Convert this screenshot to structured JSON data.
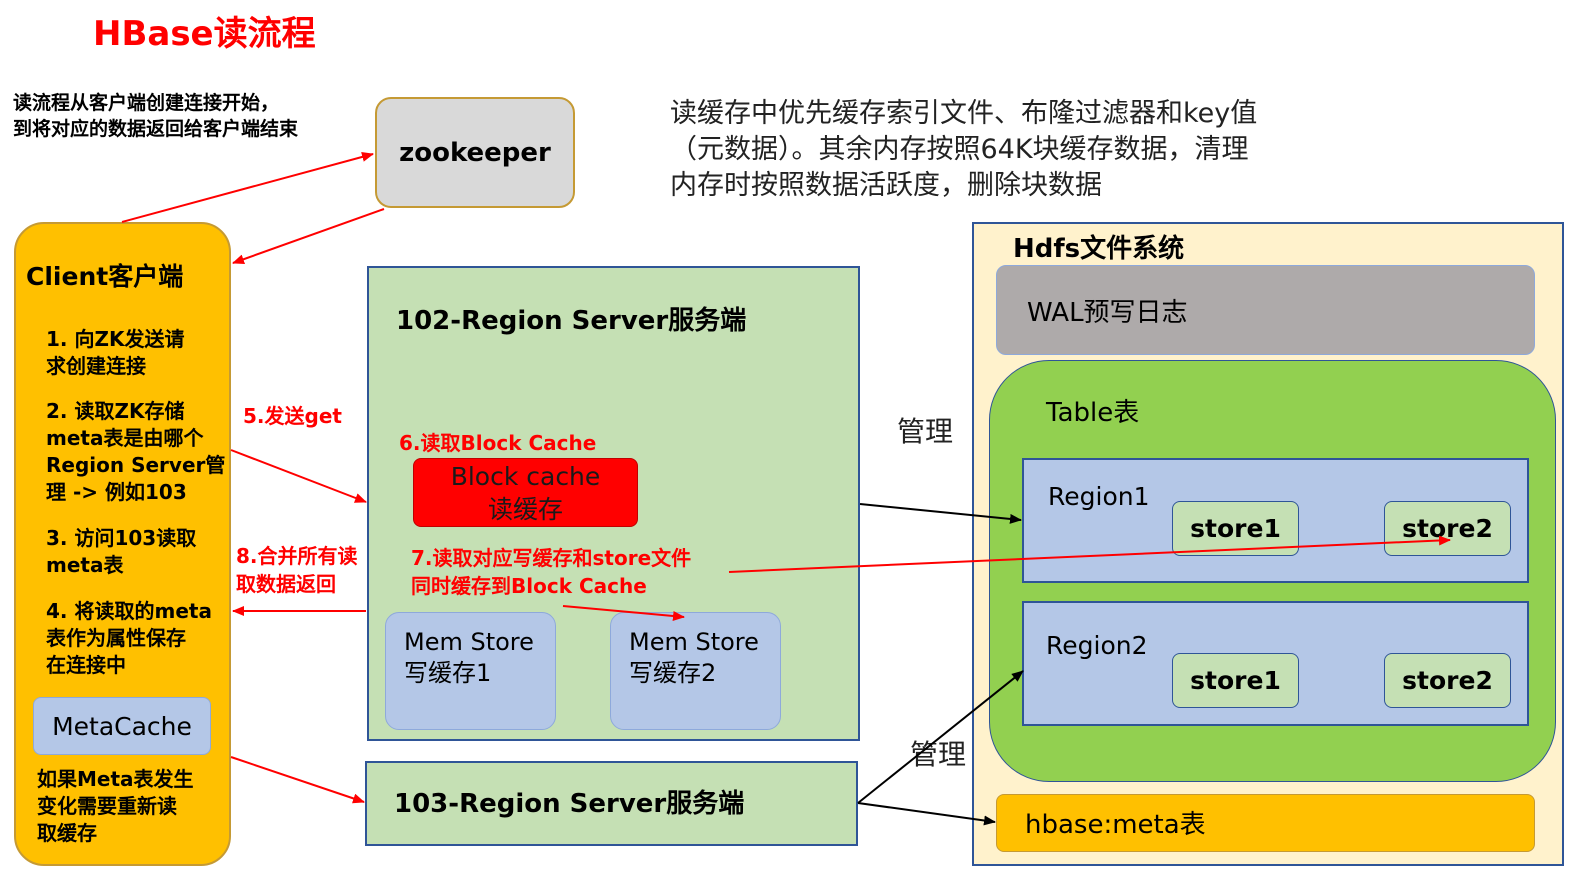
{
  "title": "HBase读流程",
  "intro": "读流程从客户端创建连接开始，\n到将对应的数据返回给客户端结束",
  "zookeeper": "zookeeper",
  "cache_note": "读缓存中优先缓存索引文件、布隆过滤器和key值\n（元数据）。其余内存按照64K块缓存数据，清理\n内存时按照数据活跃度，删除块数据",
  "client": {
    "title": "Client客户端",
    "steps": [
      "1. 向ZK发送请\n求创建连接",
      "2. 读取ZK存储\nmeta表是由哪个\nRegion Server管\n理 -> 例如103",
      "3. 访问103读取\nmeta表",
      "4. 将读取的meta\n表作为属性保存\n在连接中"
    ],
    "metacache": "MetaCache",
    "footer": "如果Meta表发生\n变化需要重新读\n取缓存"
  },
  "labels": {
    "send_get": "5.发送get",
    "read_block_cache": "6.读取Block Cache",
    "read_store": "7.读取对应写缓存和store文件\n同时缓存到Block Cache",
    "merge_return": "8.合并所有读\n取数据返回",
    "manage_1": "管理",
    "manage_2": "管理"
  },
  "rs102": {
    "title": "102-Region Server服务端",
    "block_cache_line1": "Block cache",
    "block_cache_line2": "读缓存",
    "memstore1": "Mem Store\n写缓存1",
    "memstore2": "Mem Store\n写缓存2"
  },
  "rs103": {
    "title": "103-Region Server服务端"
  },
  "hdfs": {
    "title": "Hdfs文件系统",
    "wal": "WAL预写日志",
    "table": "Table表",
    "regions": [
      {
        "name": "Region1",
        "stores": [
          "store1",
          "store2"
        ]
      },
      {
        "name": "Region2",
        "stores": [
          "store1",
          "store2"
        ]
      }
    ],
    "meta_table": "hbase:meta表"
  },
  "colors": {
    "red": "#ff0000",
    "client": "#ffc000",
    "region_server": "#c5e0b4",
    "hdfs": "#fff2cc",
    "table": "#92d050",
    "region": "#b4c7e7"
  }
}
